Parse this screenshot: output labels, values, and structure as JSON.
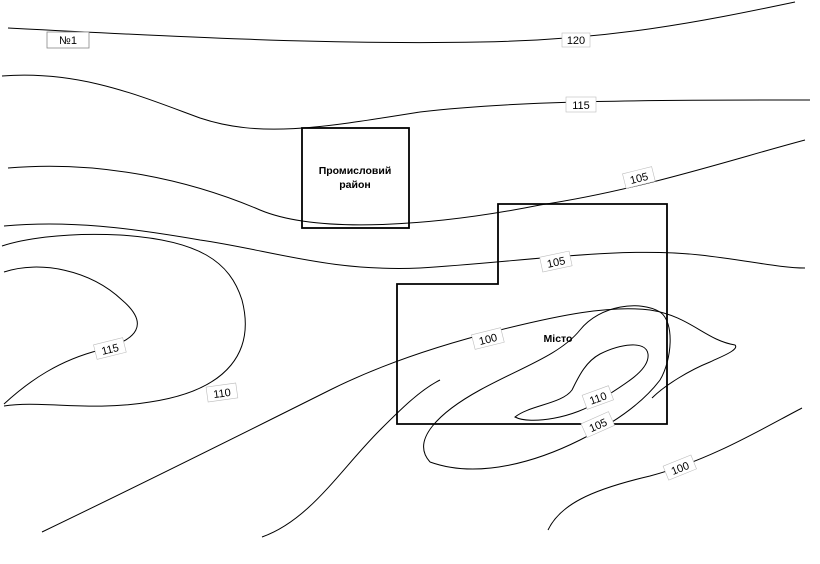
{
  "map": {
    "number": "№1"
  },
  "zones": {
    "industrial_line1": "Промисловий",
    "industrial_line2": "район",
    "city": "Місто"
  },
  "contour_labels": {
    "c120": "120",
    "c115_top": "115",
    "c105_upper": "105",
    "c105_middle": "105",
    "c115_left": "115",
    "c110_left": "110",
    "c100_city": "100",
    "c110_city": "110",
    "c105_lower": "105",
    "c100_bottom": "100"
  }
}
